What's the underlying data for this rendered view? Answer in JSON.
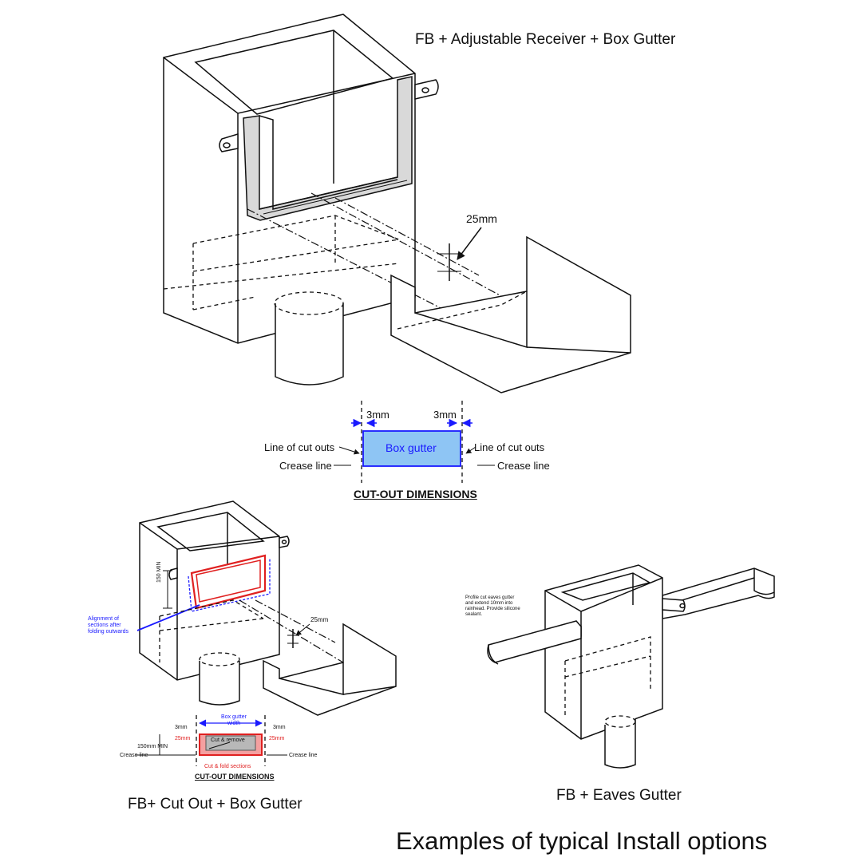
{
  "page_title": "Examples of typical Install options",
  "diagram_top": {
    "caption": "FB + Adjustable Receiver + Box Gutter",
    "gap_dim": "25mm"
  },
  "cutout_detail": {
    "dim_left": "3mm",
    "dim_right": "3mm",
    "box_label": "Box gutter",
    "line_cutouts_left": "Line of cut outs",
    "line_cutouts_right": "Line of cut outs",
    "crease_left": "Crease line",
    "crease_right": "Crease line",
    "heading": "CUT-OUT DIMENSIONS"
  },
  "diagram_bottom_left": {
    "caption": "FB+ Cut Out + Box Gutter",
    "min_dim": "150 MIN",
    "alignment_note": [
      "Alignment of",
      "sections after",
      "folding outwards"
    ],
    "gap_dim": "25mm",
    "detail": {
      "box_gutter_width": [
        "Box gutter",
        "width"
      ],
      "dim_left": "3mm",
      "dim_right": "3mm",
      "red_left": "25mm",
      "red_right": "25mm",
      "cut_remove": "Cut & remove",
      "cut_fold": "Cut & fold sections",
      "min_150": "150mm MIN",
      "crease_left": "Crease line",
      "crease_right": "Crease line",
      "heading": "CUT-OUT DIMENSIONS"
    }
  },
  "diagram_bottom_right": {
    "caption": "FB + Eaves Gutter",
    "note": [
      "Profile cut eaves gutter",
      "and extend 10mm into",
      "rainhead. Provide silicone",
      "sealant."
    ]
  },
  "colors": {
    "line": "#111111",
    "blue_fill": "#8ec5f4",
    "blue_line": "#1a1aff",
    "red_line": "#e02020",
    "grey_fill": "#d9d9d9"
  }
}
